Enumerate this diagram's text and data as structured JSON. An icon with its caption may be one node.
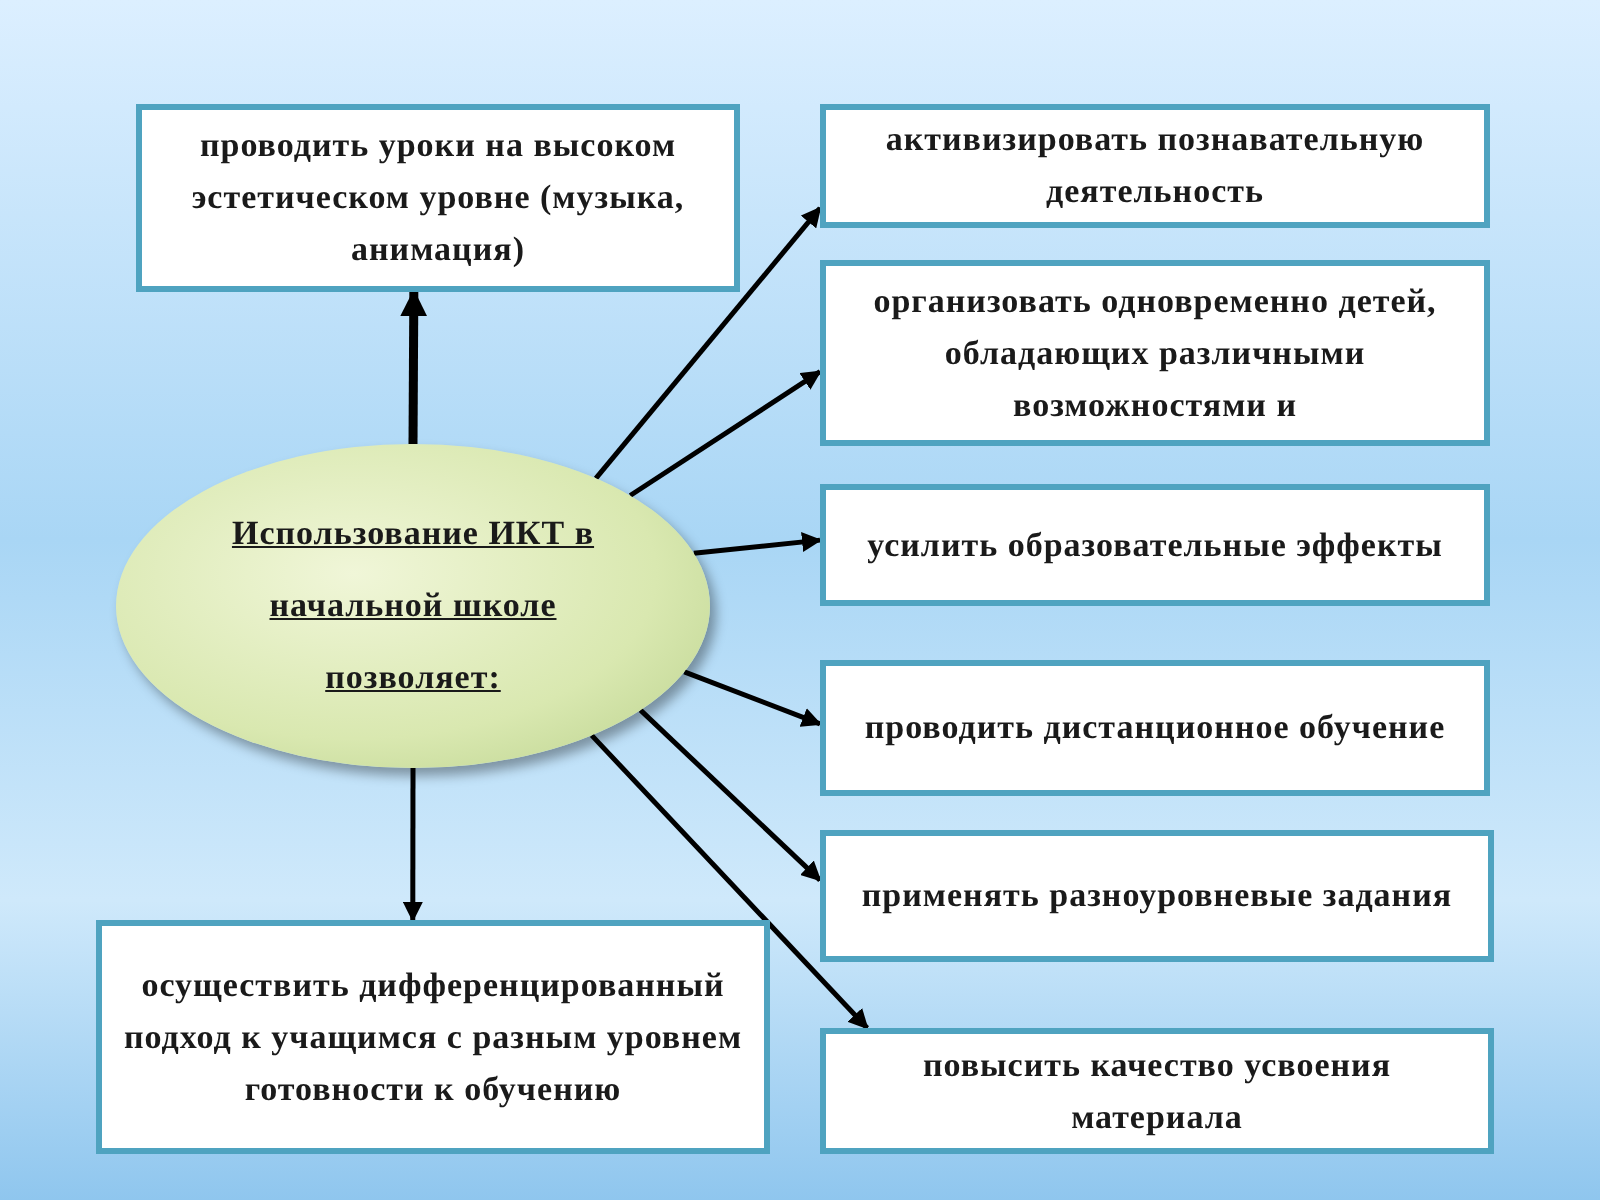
{
  "diagram": {
    "nodes": [
      {
        "text": [
          "Использование ИКТ в начальной школе позволяет:"
        ]
      },
      {
        "text": [
          "проводить уроки на высоком эстетическом уровне (музыка, анимация)"
        ]
      },
      {
        "text": [
          "осуществить дифференцированный подход к учащимся с разным уровнем готовности к обучению"
        ]
      },
      {
        "text": [
          "активизировать познавательную деятельность"
        ]
      },
      {
        "text": [
          "организовать одновременно детей, обладающих различными возможностями и"
        ]
      },
      {
        "text": [
          "усилить образовательные эффекты"
        ]
      },
      {
        "text": [
          "проводить дистанционное обучение"
        ]
      },
      {
        "text": [
          "применять разноуровневые задания"
        ]
      },
      {
        "text": [
          "повысить качество усвоения материала"
        ]
      }
    ],
    "edges": [
      {
        "from": 0,
        "to": 1,
        "arrow": "to",
        "style": "thick"
      },
      {
        "from": 0,
        "to": 2,
        "arrow": "to"
      },
      {
        "from": 0,
        "to": 3,
        "arrow": "to"
      },
      {
        "from": 0,
        "to": 4,
        "arrow": "to"
      },
      {
        "from": 0,
        "to": 5,
        "arrow": "to"
      },
      {
        "from": 0,
        "to": 6,
        "arrow": "to"
      },
      {
        "from": 0,
        "to": 7,
        "arrow": "to"
      },
      {
        "from": 0,
        "to": 8,
        "arrow": "to"
      }
    ]
  }
}
